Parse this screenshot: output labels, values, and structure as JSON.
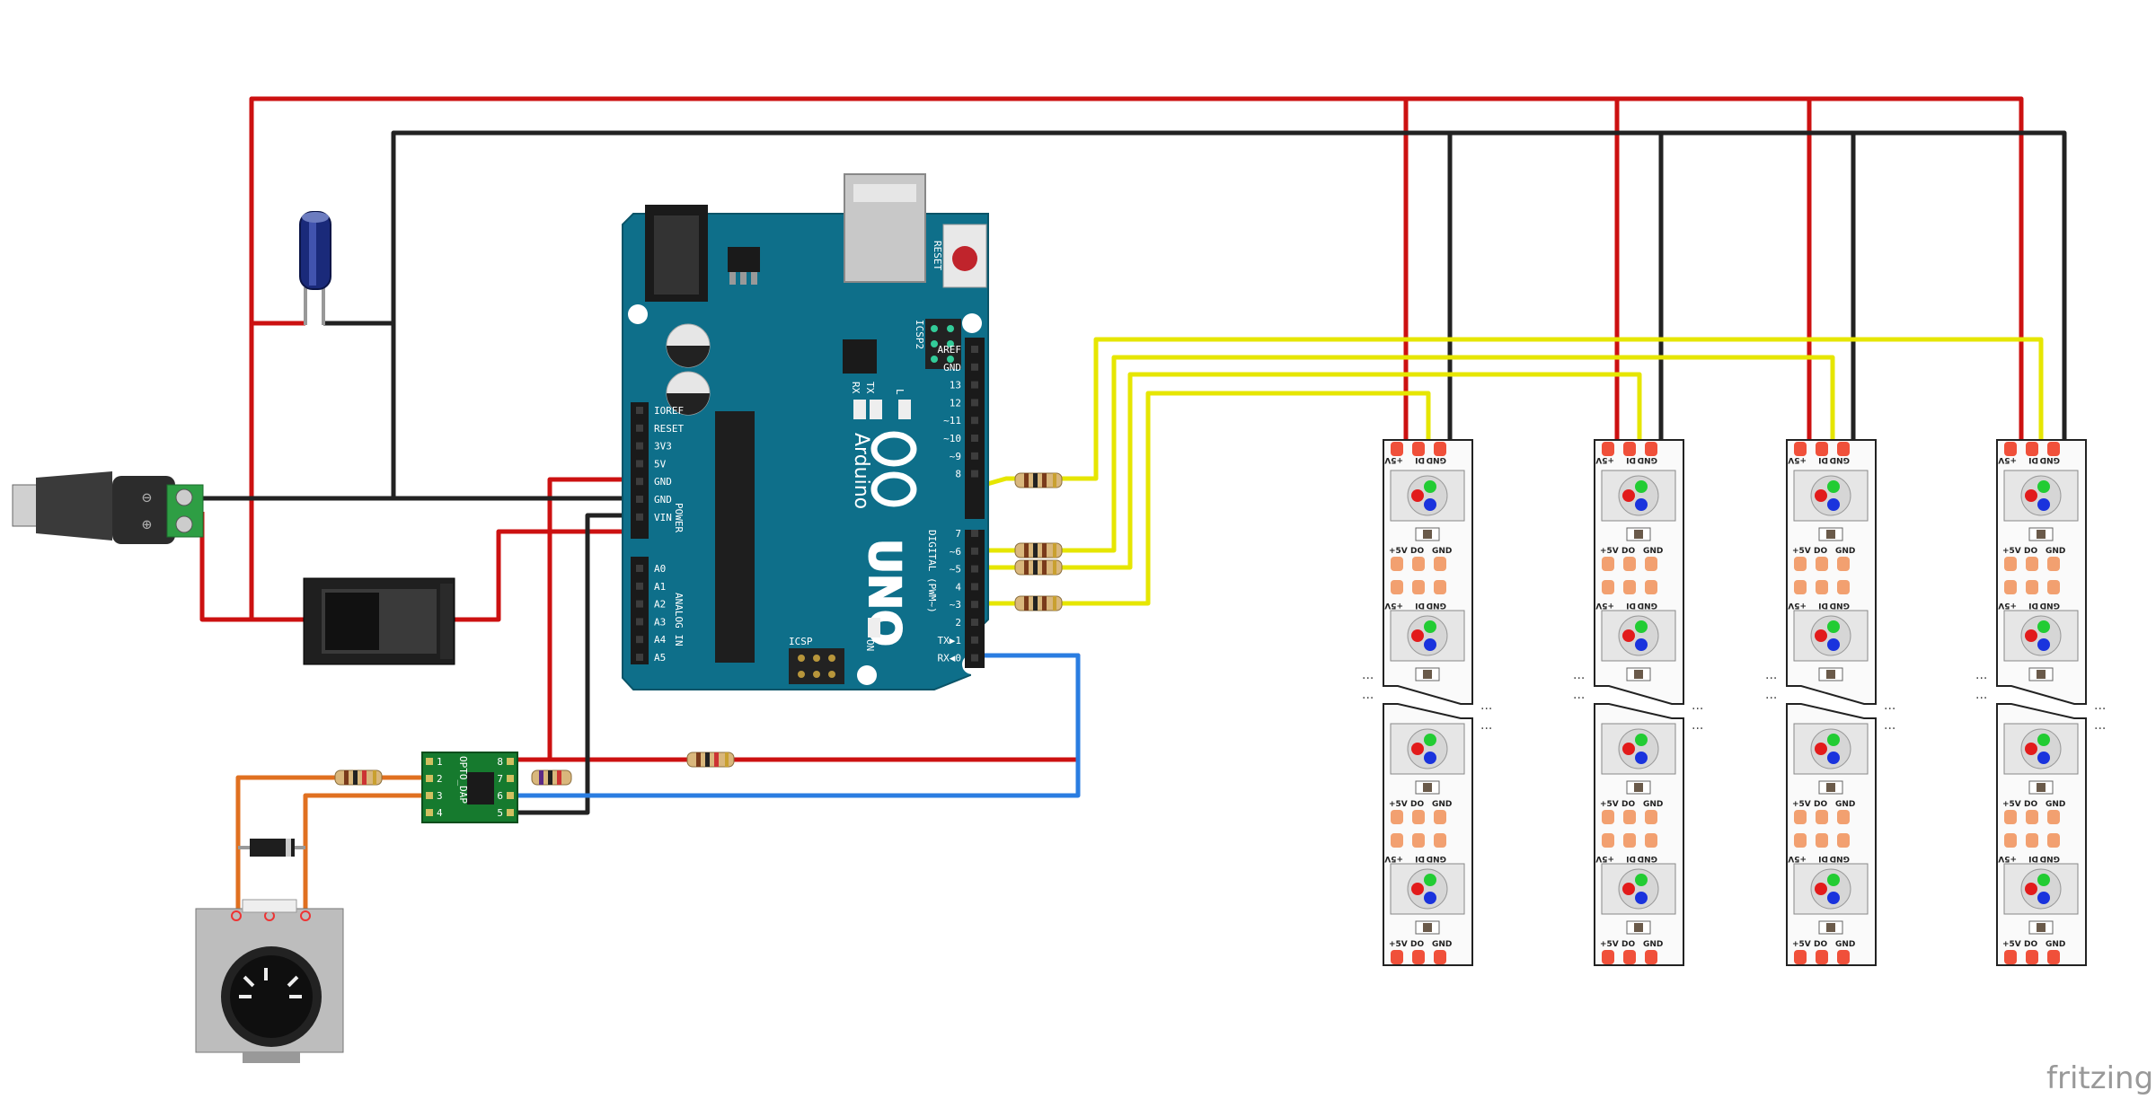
{
  "arduino": {
    "brand": "Arduino",
    "model": "UNO",
    "reset_label": "RESET",
    "icsp2_label": "ICSP2",
    "icsp_label": "ICSP",
    "tx_label": "TX",
    "rx_label": "RX",
    "l_label": "L",
    "on_label": "ON",
    "power_label": "POWER",
    "analog_label": "ANALOG IN",
    "digital_label": "DIGITAL (PWM~)",
    "power_pins": [
      "IOREF",
      "RESET",
      "3V3",
      "5V",
      "GND",
      "GND",
      "VIN"
    ],
    "analog_pins": [
      "A0",
      "A1",
      "A2",
      "A3",
      "A4",
      "A5"
    ],
    "digital_upper": [
      "AREF",
      "GND",
      "13",
      "12",
      "~11",
      "~10",
      "~9",
      "8"
    ],
    "digital_lower": [
      "7",
      "~6",
      "~5",
      "4",
      "~3",
      "2",
      "TX▶1",
      "RX◀0"
    ]
  },
  "opto": {
    "label": "OPTO_DAP",
    "left_pins": [
      "1",
      "2",
      "3",
      "4"
    ],
    "right_pins": [
      "8",
      "7",
      "6",
      "5"
    ]
  },
  "strip": {
    "top_labels": [
      "+5V",
      "DI",
      "GND"
    ],
    "mid_labels_a": [
      "+5V",
      "DO",
      "GND"
    ],
    "mid_labels_b": [
      "+5V",
      "DI",
      "GND"
    ],
    "continuation": "..."
  },
  "footer": {
    "brand": "fritzing"
  },
  "colors": {
    "wire_power": "#cc1111",
    "wire_ground": "#222222",
    "wire_data": "#f2f21a",
    "wire_serial": "#2a7de1",
    "wire_midi": "#e07020",
    "board": "#0e6f8a"
  }
}
